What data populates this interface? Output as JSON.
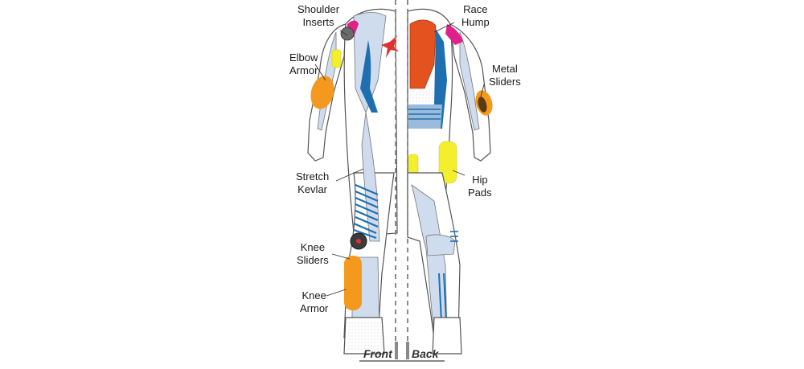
{
  "labels": {
    "shoulder_inserts": [
      "Shoulder",
      "Inserts"
    ],
    "elbow_armor": [
      "Elbow",
      "Armor"
    ],
    "stretch_kevlar": [
      "Stretch",
      "Kevlar"
    ],
    "knee_sliders": [
      "Knee",
      "Sliders"
    ],
    "knee_armor": [
      "Knee",
      "Armor"
    ],
    "race_hump": [
      "Race",
      "Hump"
    ],
    "metal_sliders": [
      "Metal",
      "Sliders"
    ],
    "hip_pads": [
      "Hip",
      "Pads"
    ]
  },
  "views": {
    "front": "Front",
    "back": "Back"
  },
  "colors": {
    "outline": "#555555",
    "suit_white": "#ffffff",
    "pale_blue": "#cfdcee",
    "accent_blue": "#1f6fb0",
    "orange": "#f39a1e",
    "red_orange": "#e4521f",
    "magenta": "#e0218a",
    "yellow": "#f3ef2c",
    "dashed_center": "#8a8a8a"
  }
}
